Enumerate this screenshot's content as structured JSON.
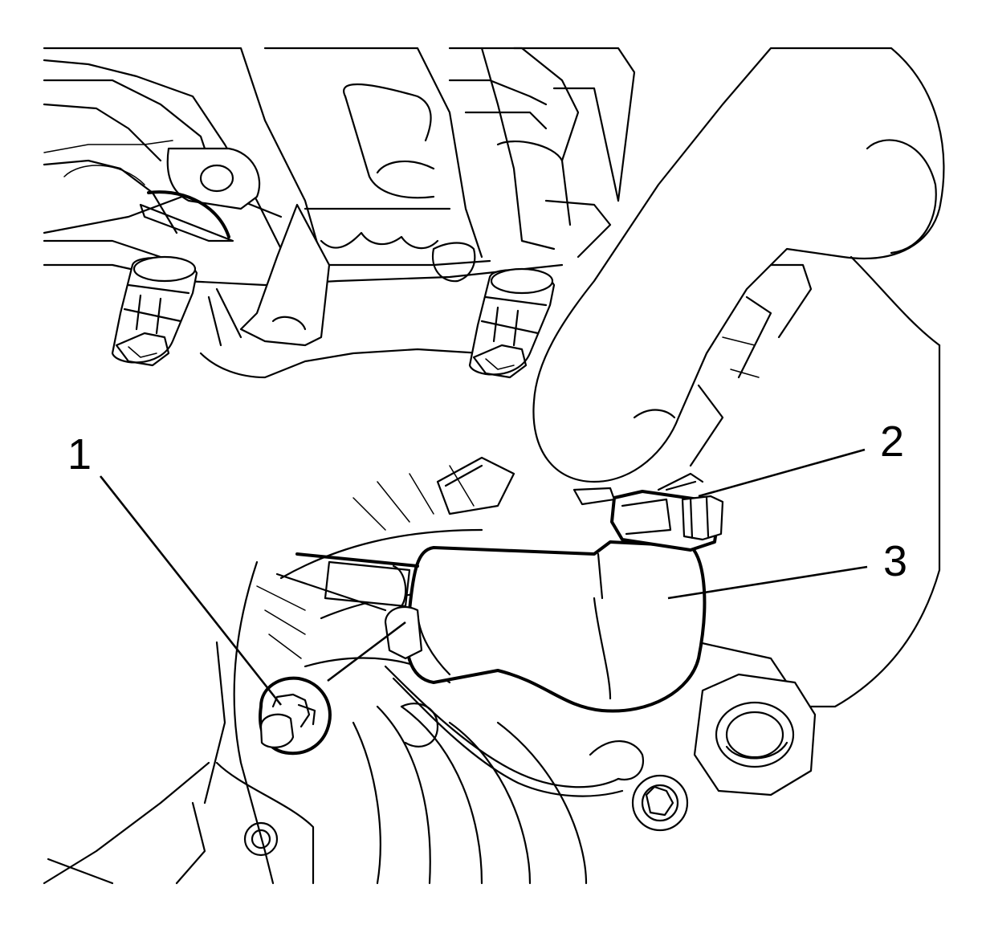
{
  "callouts": [
    {
      "label": "1"
    },
    {
      "label": "2"
    },
    {
      "label": "3"
    }
  ],
  "colors": {
    "line": "#000000",
    "background": "#ffffff"
  },
  "icons": [
    "bolt-icon",
    "clamp-icon",
    "hose-icon"
  ]
}
